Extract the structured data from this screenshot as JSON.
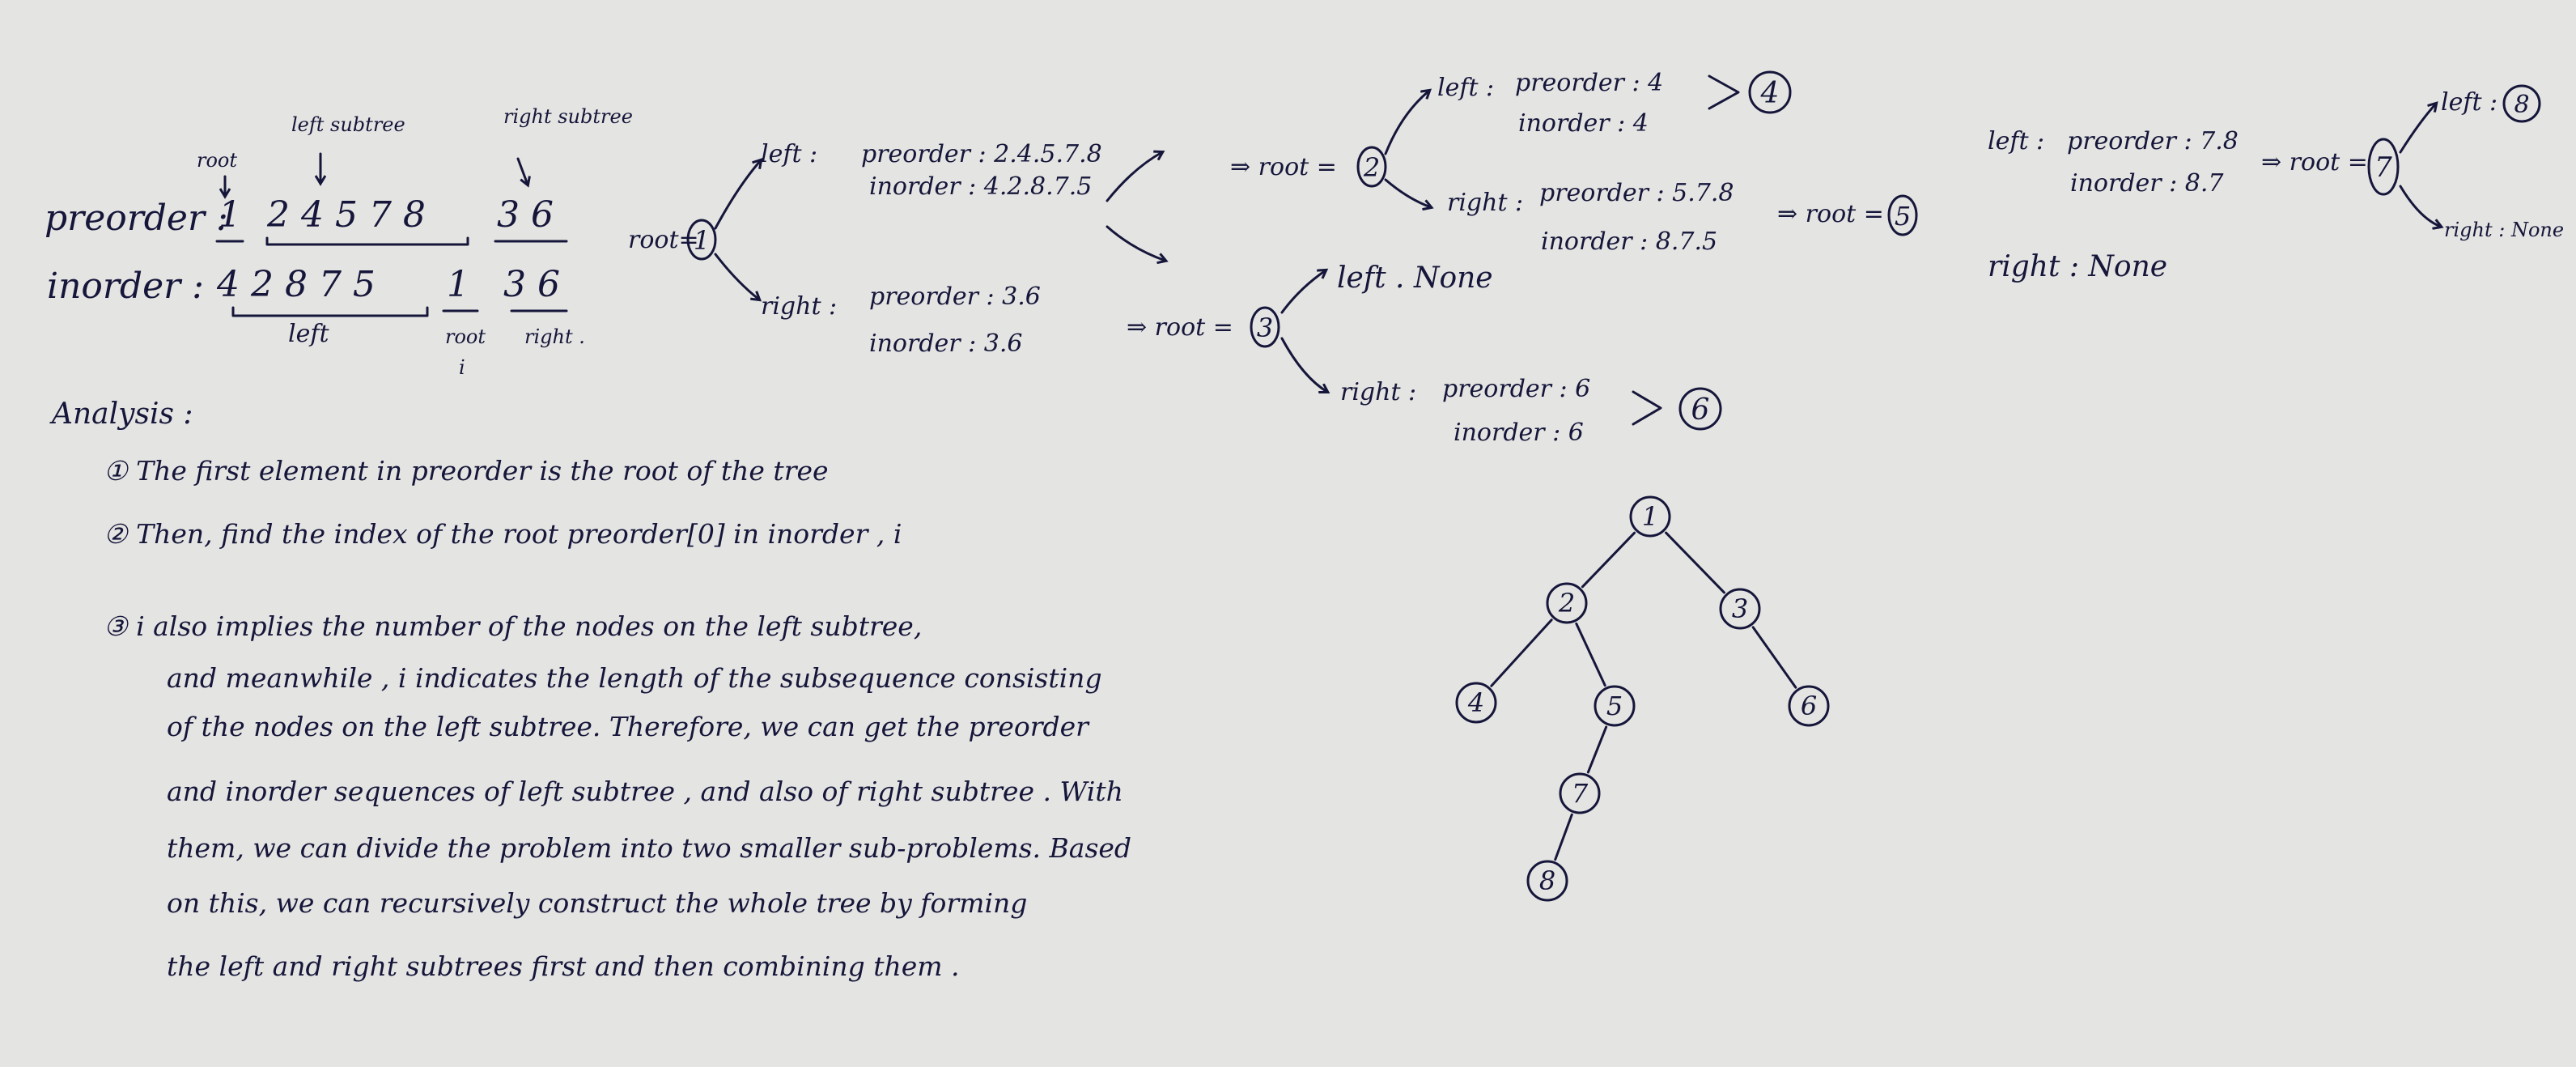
{
  "colors": {
    "background": "#e4e4e2",
    "ink": "#15163a"
  },
  "intro": {
    "labels": {
      "root": "root",
      "left_subtree": "left subtree",
      "right_subtree": "right subtree"
    },
    "preorder_label": "preorder :",
    "preorder_root": "1",
    "preorder_left": "2 4 5 7 8",
    "preorder_right": "3 6",
    "inorder_label": "inorder :",
    "inorder_left": "4 2 8 7 5",
    "inorder_root": "1",
    "inorder_right": "3 6",
    "under_left": "left",
    "under_root": "root",
    "under_index": "i",
    "under_right": "right ."
  },
  "steps": {
    "root1": "root=",
    "s1_left_label": "left :",
    "s1_left_pre": "preorder : 2.4.5.7.8",
    "s1_left_in": "inorder : 4.2.8.7.5",
    "s1_right_label": "right :",
    "s1_right_pre": "preorder : 3.6",
    "s1_right_in": "inorder : 3.6",
    "s2_arrow": "⇒ root =",
    "s2_left_label": "left :",
    "s2_left_pre": "preorder : 4",
    "s2_left_in": "inorder : 4",
    "s2_right_label": "right :",
    "s2_right_pre": "preorder : 5.7.8",
    "s2_right_in": "inorder : 8.7.5",
    "s3_arrow": "⇒ root =",
    "s3_left": "left . None",
    "s3_right_label": "right :",
    "s3_right_pre": "preorder : 6",
    "s3_right_in": "inorder : 6",
    "s4_arrow": "⇒ root =",
    "s4_left_label": "left :",
    "s4_left_pre": "preorder : 7.8",
    "s4_left_in": "inorder : 8.7",
    "s4_right": "right : None",
    "s5_arrow": "⇒ root =",
    "s5_left": "left :",
    "s5_right": "right : None",
    "result_4": "4",
    "result_6": "6",
    "result_8": "8",
    "c_1": "1",
    "c_2": "2",
    "c_3": "3",
    "c_5": "5",
    "c_7": "7"
  },
  "analysis": {
    "heading": "Analysis :",
    "items": [
      "① The first element in preorder is the root of the tree",
      "② Then, find the index of the root preorder[0] in inorder , i",
      "③ i also implies the number of the nodes on the left subtree,"
    ],
    "continuation": [
      "and meanwhile , i indicates the length of the subsequence consisting",
      "of the nodes on the left subtree. Therefore, we can get the preorder",
      "and inorder sequences of left subtree , and also of right subtree . With",
      "them, we can divide the problem into two smaller sub-problems. Based",
      "on this, we can recursively construct the whole tree by forming",
      "the left and right subtrees first and then combining them ."
    ]
  },
  "tree": {
    "nodes": [
      "1",
      "2",
      "3",
      "4",
      "5",
      "6",
      "7",
      "8"
    ]
  }
}
